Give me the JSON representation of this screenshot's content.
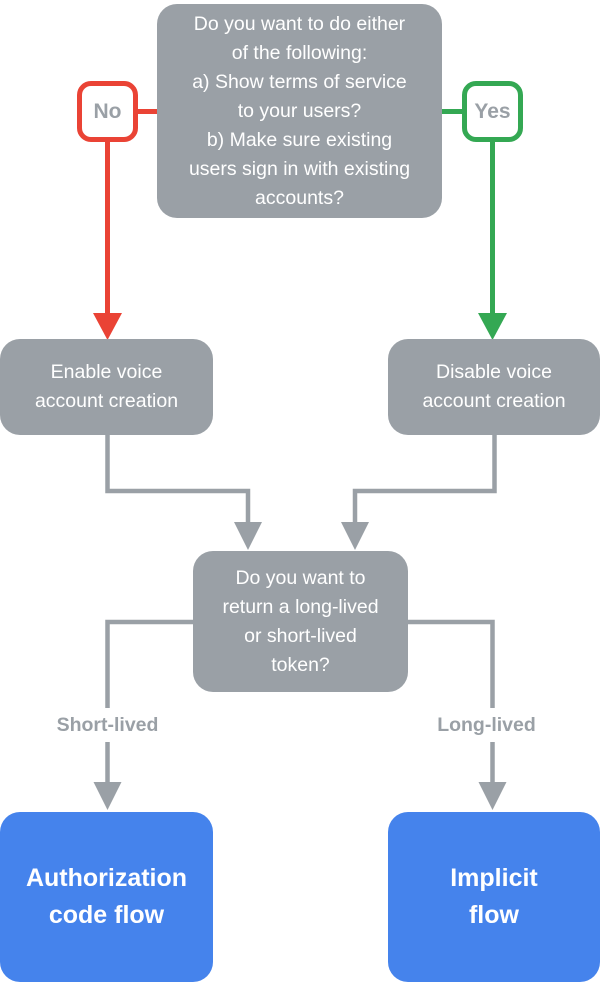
{
  "flowchart": {
    "top_question": {
      "text": "Do you want to do either\nof the following:\na) Show terms of service\nto your users?\nb) Make sure existing\nusers sign in with existing\naccounts?"
    },
    "no_badge": {
      "label": "No"
    },
    "yes_badge": {
      "label": "Yes"
    },
    "enable_box": {
      "text": "Enable voice\naccount creation"
    },
    "disable_box": {
      "text": "Disable voice\naccount creation"
    },
    "token_question": {
      "text": "Do you want to\nreturn a long-lived\nor short-lived\ntoken?"
    },
    "short_lived_label": {
      "text": "Short-lived"
    },
    "long_lived_label": {
      "text": "Long-lived"
    },
    "auth_code_box": {
      "text": "Authorization\ncode flow"
    },
    "implicit_box": {
      "text": "Implicit\nflow"
    }
  },
  "colors": {
    "node-gray": "#9AA0A6",
    "line-gray": "#9AA0A6",
    "muted-text": "#9AA0A6",
    "red": "#EA4335",
    "green": "#34A853",
    "blue": "#4583EC"
  }
}
